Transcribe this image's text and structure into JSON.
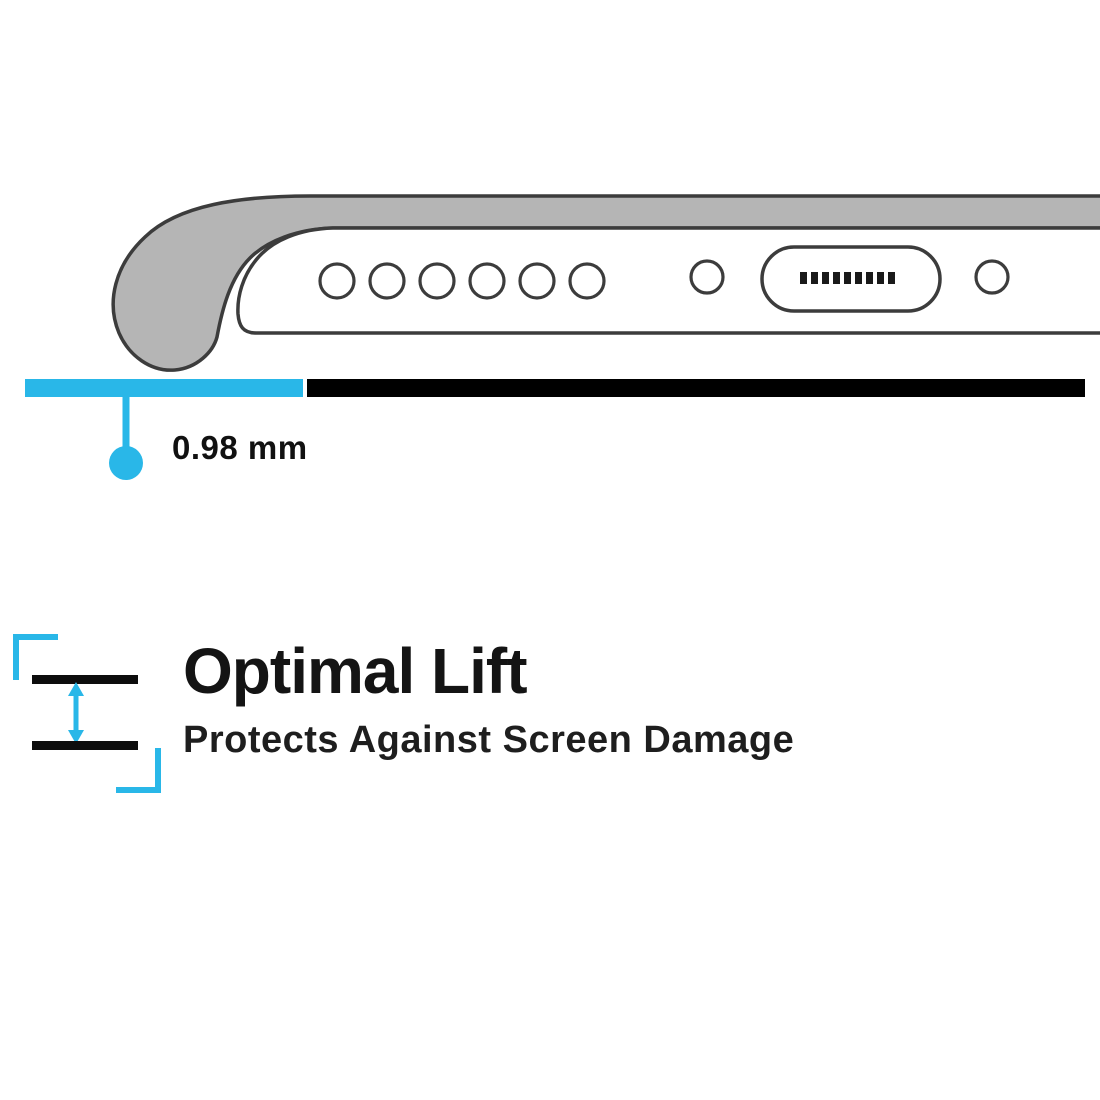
{
  "illustration": {
    "measurement_label": "0.98 mm"
  },
  "feature": {
    "title": "Optimal Lift",
    "subtitle": "Protects Against Screen Damage"
  },
  "colors": {
    "accent": "#29b7e8",
    "ink": "#000000",
    "case_fill": "#b5b5b5",
    "outline": "#3c3c3c"
  },
  "icons": {
    "lift_gap": "lift-gap-icon",
    "measurement_dot": "measurement-dot-icon",
    "gap_arrow": "gap-arrow-icon"
  }
}
